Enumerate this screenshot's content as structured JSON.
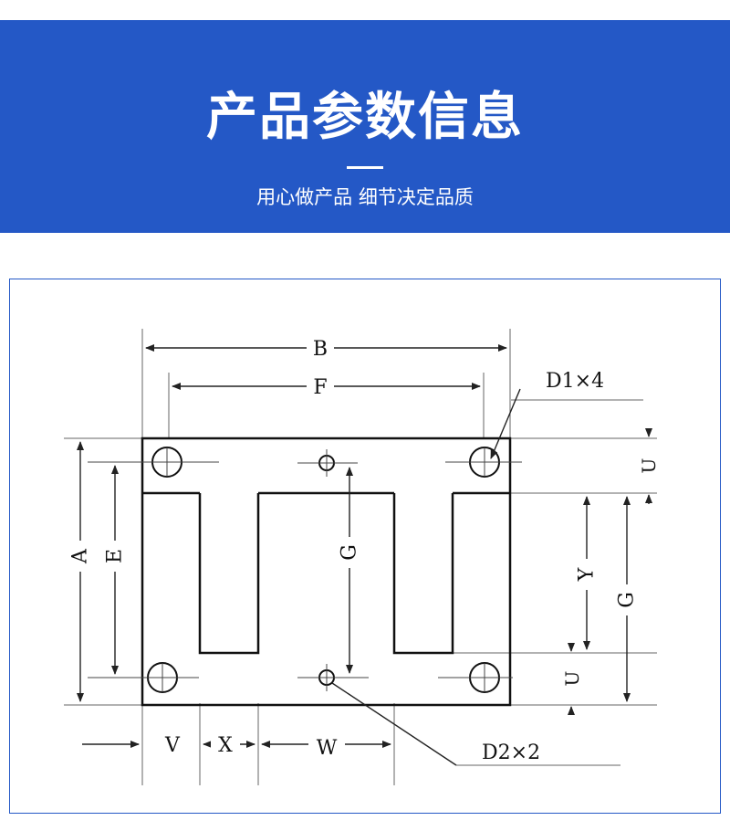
{
  "banner": {
    "title": "产品参数信息",
    "subtitle": "用心做产品 细节决定品质",
    "bg_color": "#2458c6"
  },
  "diagram": {
    "labels": {
      "B": "B",
      "F": "F",
      "A": "A",
      "E": "E",
      "G_center": "G",
      "G_right": "G",
      "Y": "Y",
      "U_top": "U",
      "U_bottom": "U",
      "V": "V",
      "X": "X",
      "W": "W",
      "D1": "D1×4",
      "D2": "D2×2"
    }
  }
}
